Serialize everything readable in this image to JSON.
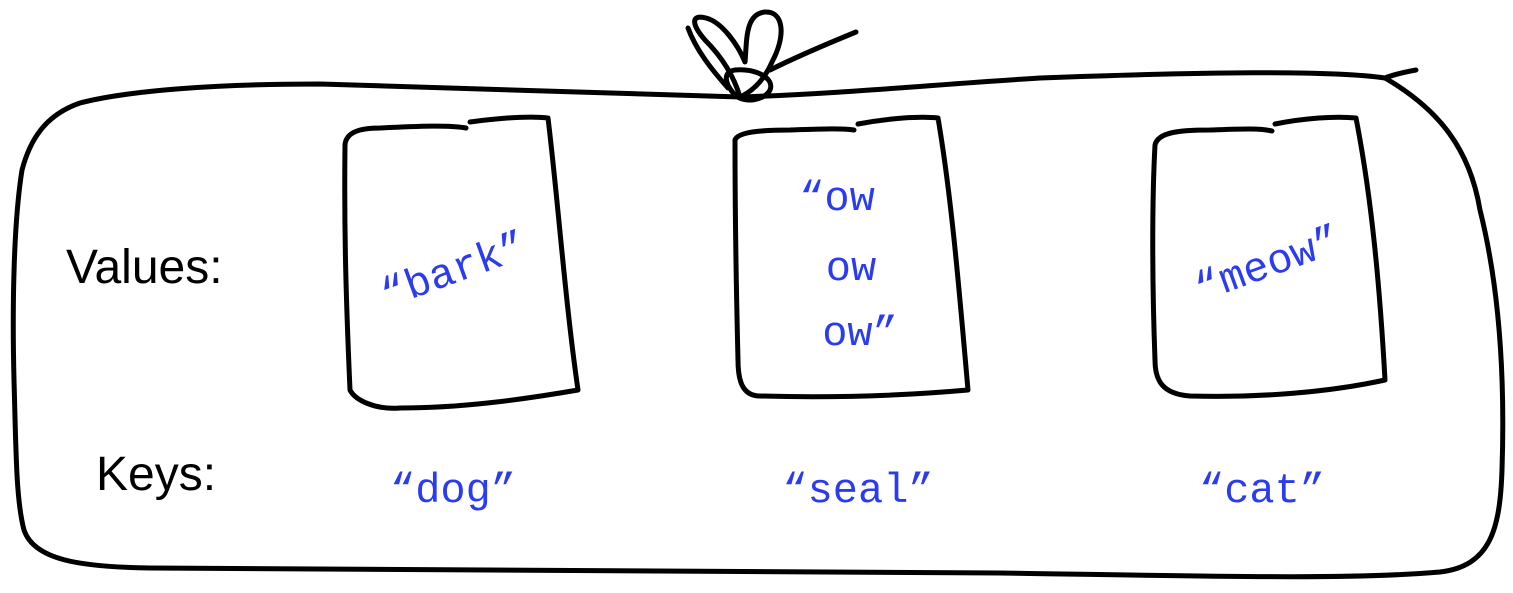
{
  "labels": {
    "values": "Values:",
    "keys": "Keys:"
  },
  "entries": [
    {
      "key": "“dog”",
      "value_lines": [
        "“bark”"
      ]
    },
    {
      "key": "“seal”",
      "value_lines": [
        "“ow",
        "ow",
        "ow”"
      ]
    },
    {
      "key": "“cat”",
      "value_lines": [
        "“meow”"
      ]
    }
  ],
  "colors": {
    "ink": "#000000",
    "text_blue": "#2b3cf0",
    "background": "#ffffff"
  },
  "icons": {
    "knot": "bag-knot-icon"
  }
}
